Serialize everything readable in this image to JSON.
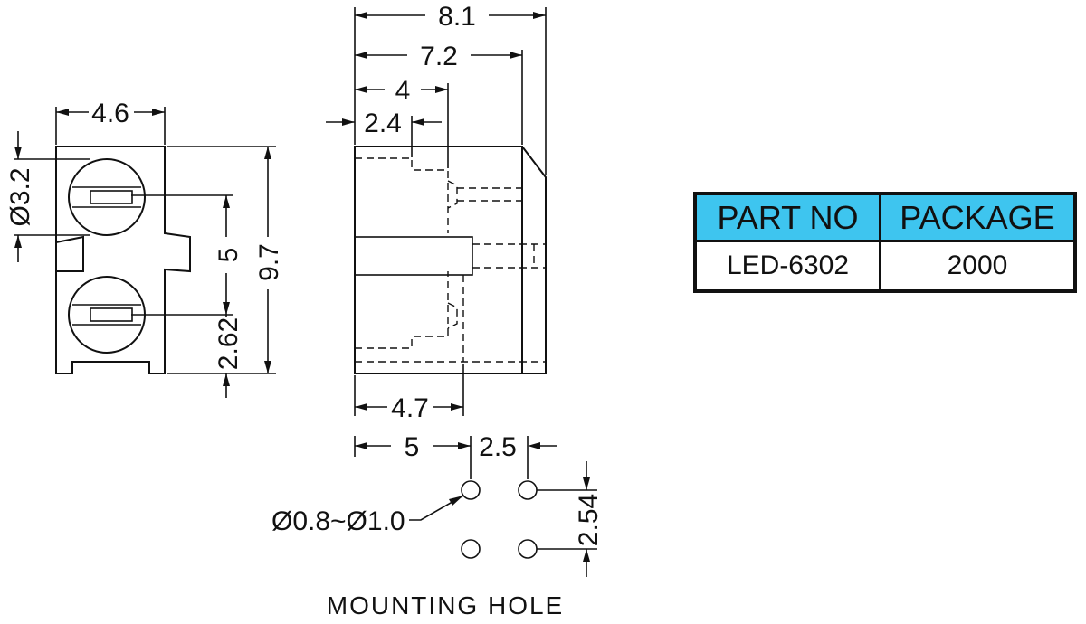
{
  "front_view": {
    "width": "4.6",
    "height": "9.7",
    "lens_diameter": "Ø3.2",
    "lens_pitch": "5",
    "lens_offset": "2.62"
  },
  "side_view": {
    "overall_length": "8.1",
    "body_length": "7.2",
    "lens_depth": "4",
    "lens_step": "2.4",
    "pin_offset": "4.7"
  },
  "mounting_hole": {
    "row_offset": "5",
    "column_pitch": "2.5",
    "row_pitch": "2.54",
    "hole_diameter": "Ø0.8~Ø1.0",
    "caption": "MOUNTING HOLE"
  },
  "table": {
    "headers": [
      "PART NO",
      "PACKAGE"
    ],
    "row": [
      "LED-6302",
      "2000"
    ]
  },
  "colors": {
    "table_header": "#3ec5ef",
    "line": "#111111"
  }
}
